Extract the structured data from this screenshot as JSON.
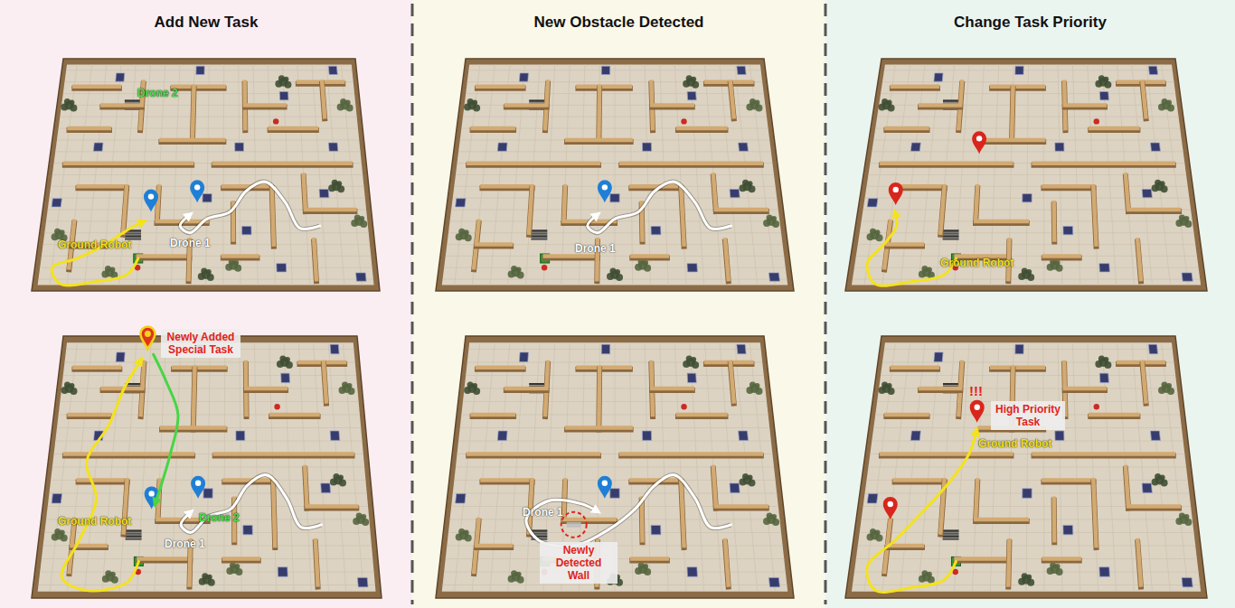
{
  "diagram": {
    "nodes": [
      {
        "text": [
          "Add New Task"
        ]
      },
      {
        "text": [
          "Newly Added Special Task"
        ],
        "in": 0
      },
      {
        "text": [
          "New Obstacle Detected"
        ]
      },
      {
        "text": [
          "Newly Detected Wall"
        ],
        "in": 2
      },
      {
        "text": [
          "Change Task Priority"
        ]
      },
      {
        "text": [
          "High Priority Task"
        ],
        "in": 4
      }
    ],
    "labels": [
      "Drone 2",
      "Ground Robot",
      "Drone 1",
      "Drone 2",
      "Ground Robot",
      "Drone 1",
      "Drone 1",
      "Drone 1",
      "Ground Robot",
      "!!!",
      "Ground Robot"
    ]
  }
}
